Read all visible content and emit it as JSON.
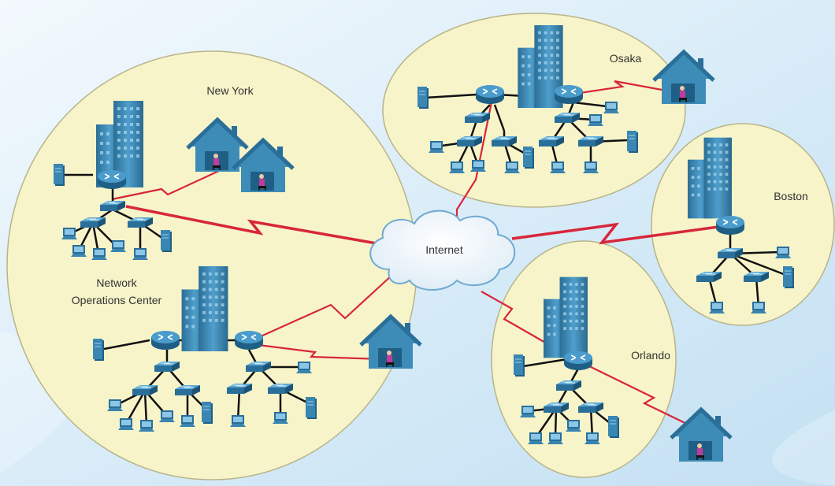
{
  "labels": {
    "new_york": "New York",
    "noc_line1": "Network",
    "noc_line2": "Operations Center",
    "osaka": "Osaka",
    "boston": "Boston",
    "orlando": "Orlando",
    "internet": "Internet"
  },
  "colors": {
    "background_top": "#eaf4fb",
    "background_bottom": "#c6e2f3",
    "site_fill": "#f7f4c9",
    "site_stroke": "#b8b48a",
    "wan_link": "#d8263a",
    "lan_link": "#111111",
    "device": "#2f7fa8",
    "building": "#3f8fbc"
  },
  "icons": [
    "building-icon",
    "router-icon",
    "switch-icon",
    "server-icon",
    "pc-icon",
    "home-office-icon",
    "person-icon",
    "cloud-icon"
  ]
}
